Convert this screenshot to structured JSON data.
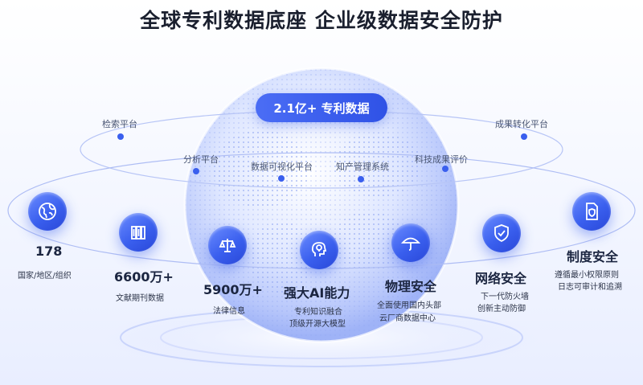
{
  "title": "全球专利数据底座 企业级数据安全防护",
  "badge": "2.1亿+ 专利数据",
  "orbit_labels": [
    "检索平台",
    "分析平台",
    "数据可视化平台",
    "知产管理系统",
    "科技成果评价",
    "成果转化平台"
  ],
  "features": [
    {
      "icon": "globe-icon",
      "value": "178",
      "desc": [
        "国家/地区/组织"
      ]
    },
    {
      "icon": "books-icon",
      "value": "6600万+",
      "desc": [
        "文献期刊数据"
      ]
    },
    {
      "icon": "scales-icon",
      "value": "5900万+",
      "desc": [
        "法律信息"
      ]
    },
    {
      "icon": "ai-brain-icon",
      "value": "强大AI能力",
      "desc": [
        "专利知识融合",
        "顶级开源大模型"
      ]
    },
    {
      "icon": "umbrella-icon",
      "value": "物理安全",
      "desc": [
        "全面使用国内头部",
        "云厂商数据中心"
      ]
    },
    {
      "icon": "shield-check-icon",
      "value": "网络安全",
      "desc": [
        "下一代防火墙",
        "创新主动防御"
      ]
    },
    {
      "icon": "shield-document-icon",
      "value": "制度安全",
      "desc": [
        "遵循最小权限原则",
        "日志可审计和追溯"
      ]
    }
  ],
  "colors": {
    "accent": "#3a5fee",
    "title": "#1a1f2e"
  }
}
